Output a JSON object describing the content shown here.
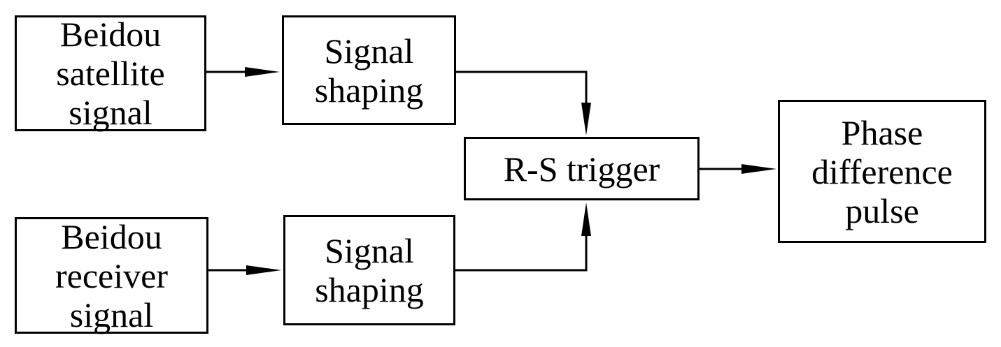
{
  "blocks": {
    "satellite_signal": {
      "lines": [
        "Beidou",
        "satellite",
        "signal"
      ]
    },
    "signal_shaping_top": {
      "lines": [
        "Signal",
        "shaping"
      ]
    },
    "rs_trigger": {
      "lines": [
        "R-S trigger"
      ]
    },
    "phase_difference_pulse": {
      "lines": [
        "Phase",
        "difference",
        "pulse"
      ]
    },
    "receiver_signal": {
      "lines": [
        "Beidou",
        "receiver",
        "signal"
      ]
    },
    "signal_shaping_bottom": {
      "lines": [
        "Signal",
        "shaping"
      ]
    }
  },
  "colors": {
    "stroke": "#000000",
    "background": "#ffffff"
  }
}
